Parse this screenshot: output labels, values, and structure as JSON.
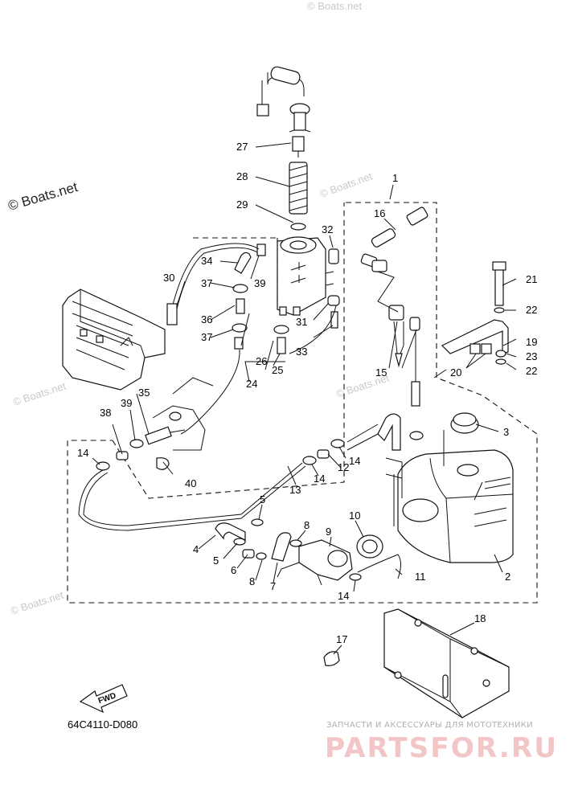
{
  "watermarks": {
    "main": "© Boats.net",
    "faint": "© Boats.net"
  },
  "diagram_code": "64C4110-D080",
  "fwd_label": "FWD",
  "brand": {
    "tagline": "ЗАПЧАСТИ И АКСЕССУАРЫ ДЛЯ МОТОТЕХНИКИ",
    "name": "PARTSFOR.RU"
  },
  "callouts": [
    {
      "id": "c1",
      "text": "1"
    },
    {
      "id": "c2",
      "text": "2"
    },
    {
      "id": "c3",
      "text": "3"
    },
    {
      "id": "c4",
      "text": "4"
    },
    {
      "id": "c5a",
      "text": "5"
    },
    {
      "id": "c5b",
      "text": "5"
    },
    {
      "id": "c6",
      "text": "6"
    },
    {
      "id": "c7",
      "text": "7"
    },
    {
      "id": "c8a",
      "text": "8"
    },
    {
      "id": "c8b",
      "text": "8"
    },
    {
      "id": "c9",
      "text": "9"
    },
    {
      "id": "c10",
      "text": "10"
    },
    {
      "id": "c11",
      "text": "11"
    },
    {
      "id": "c12",
      "text": "12"
    },
    {
      "id": "c13",
      "text": "13"
    },
    {
      "id": "c14a",
      "text": "14"
    },
    {
      "id": "c14b",
      "text": "14"
    },
    {
      "id": "c14c",
      "text": "14"
    },
    {
      "id": "c14d",
      "text": "14"
    },
    {
      "id": "c15",
      "text": "15"
    },
    {
      "id": "c16",
      "text": "16"
    },
    {
      "id": "c17",
      "text": "17"
    },
    {
      "id": "c18",
      "text": "18"
    },
    {
      "id": "c19",
      "text": "19"
    },
    {
      "id": "c20",
      "text": "20"
    },
    {
      "id": "c21",
      "text": "21"
    },
    {
      "id": "c22a",
      "text": "22"
    },
    {
      "id": "c22b",
      "text": "22"
    },
    {
      "id": "c23",
      "text": "23"
    },
    {
      "id": "c24",
      "text": "24"
    },
    {
      "id": "c25",
      "text": "25"
    },
    {
      "id": "c26",
      "text": "26"
    },
    {
      "id": "c27",
      "text": "27"
    },
    {
      "id": "c28",
      "text": "28"
    },
    {
      "id": "c29",
      "text": "29"
    },
    {
      "id": "c30",
      "text": "30"
    },
    {
      "id": "c31",
      "text": "31"
    },
    {
      "id": "c32",
      "text": "32"
    },
    {
      "id": "c33",
      "text": "33"
    },
    {
      "id": "c34",
      "text": "34"
    },
    {
      "id": "c35",
      "text": "35"
    },
    {
      "id": "c36",
      "text": "36"
    },
    {
      "id": "c37a",
      "text": "37"
    },
    {
      "id": "c37b",
      "text": "37"
    },
    {
      "id": "c38",
      "text": "38"
    },
    {
      "id": "c39a",
      "text": "39"
    },
    {
      "id": "c39b",
      "text": "39"
    },
    {
      "id": "c40",
      "text": "40"
    }
  ]
}
